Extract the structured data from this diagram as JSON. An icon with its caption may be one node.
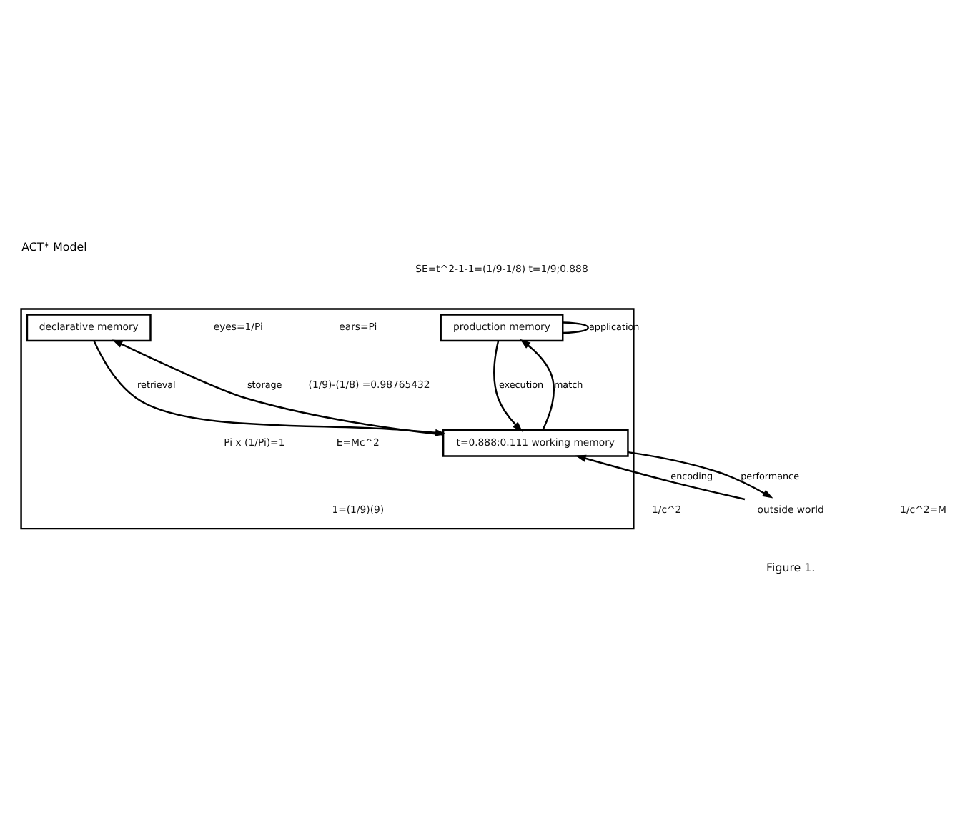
{
  "diagram": {
    "title": "ACT* Model",
    "caption": "Figure 1.",
    "nodes": [
      {
        "text": [],
        "shape": "box"
      },
      {
        "text": [
          "declarative memory"
        ],
        "in": 0
      },
      {
        "text": [
          "production memory"
        ],
        "in": 0
      },
      {
        "text": [
          "t=0.888;0.111 working memory"
        ],
        "in": 0
      },
      {
        "text": [
          "outside world"
        ]
      }
    ],
    "edges": [
      {
        "from": 2,
        "to": 2,
        "arrow": "none",
        "label": "application"
      },
      {
        "from": 1,
        "to": 3,
        "arrow": "to",
        "label": "retrieval"
      },
      {
        "from": 3,
        "to": 1,
        "arrow": "to",
        "label": "storage"
      },
      {
        "from": 3,
        "to": 2,
        "arrow": "to",
        "label": "match"
      },
      {
        "from": 2,
        "to": 3,
        "arrow": "to",
        "label": "execution"
      },
      {
        "from": 4,
        "to": 3,
        "arrow": "to",
        "label": "encoding"
      },
      {
        "from": 3,
        "to": 4,
        "arrow": "to",
        "label": "performance"
      }
    ],
    "labels": [
      "SE=t^2-1-1=(1/9-1/8) t=1/9;0.888",
      "eyes=1/Pi",
      "ears=Pi",
      "(1/9)-(1/8) =0.98765432",
      "Pi x (1/Pi)=1",
      "E=Mc^2",
      "1=(1/9)(9)",
      "1/c^2",
      "1/c^2=M"
    ]
  }
}
